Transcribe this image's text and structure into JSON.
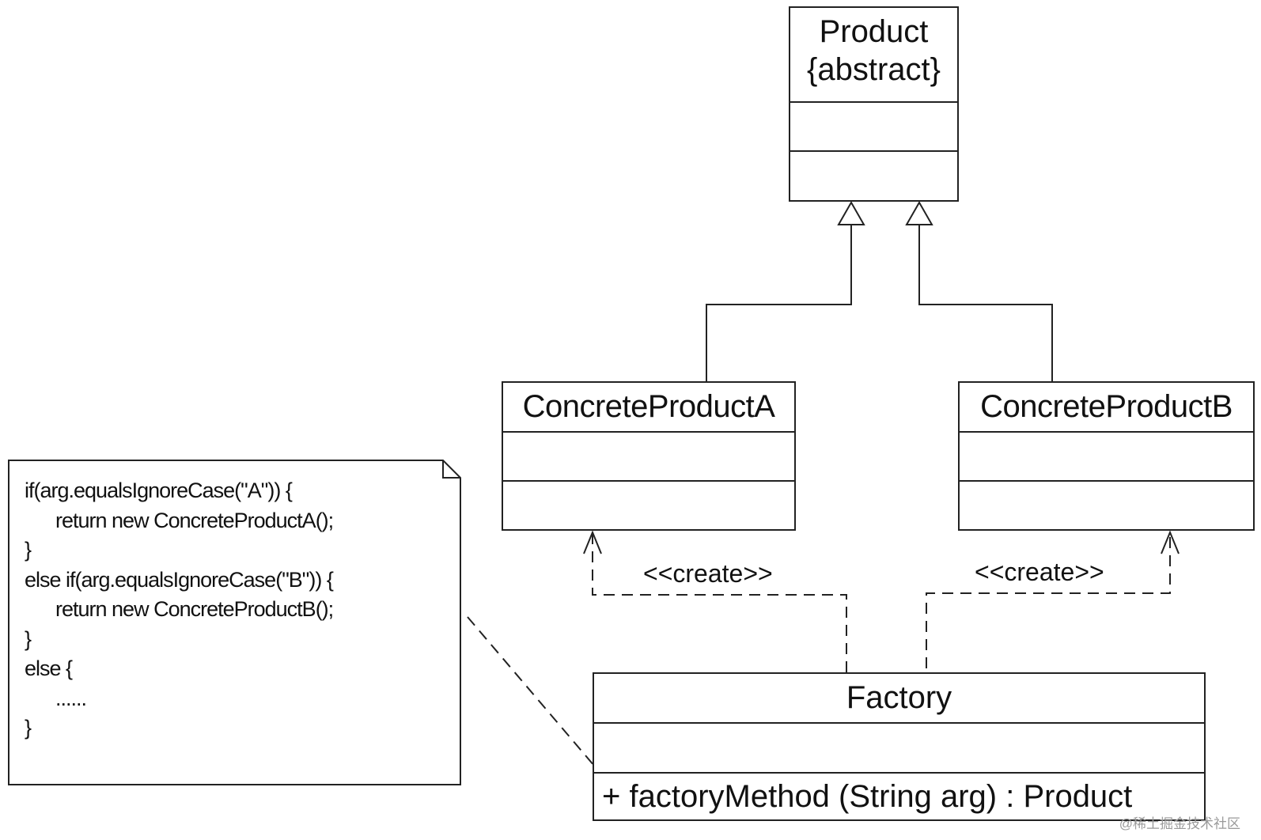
{
  "diagram": {
    "classes": {
      "product": {
        "name": "Product",
        "modifier": "{abstract}"
      },
      "concrete_a": {
        "name": "ConcreteProductA"
      },
      "concrete_b": {
        "name": "ConcreteProductB"
      },
      "factory": {
        "name": "Factory",
        "method": "+  factoryMethod (String arg)  : Product"
      }
    },
    "relations": {
      "create_a_label": "<<create>>",
      "create_b_label": "<<create>>"
    },
    "note": {
      "lines": [
        "if(arg.equalsIgnoreCase(\"A\")) {",
        "      return new ConcreteProductA();",
        "}",
        "else if(arg.equalsIgnoreCase(\"B\")) {",
        "      return new ConcreteProductB();",
        "}",
        "else {",
        "      ......",
        "}"
      ]
    },
    "watermark": "@稀土掘金技术社区"
  }
}
